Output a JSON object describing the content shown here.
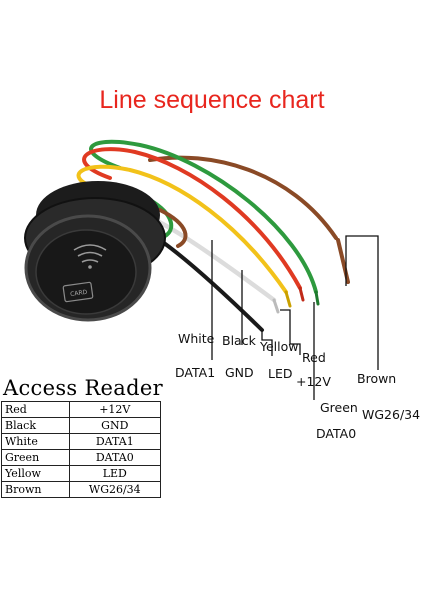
{
  "title": "Line sequence chart",
  "wire_labels": [
    {
      "color": "White",
      "signal": "DATA1"
    },
    {
      "color": "Black",
      "signal": "GND"
    },
    {
      "color": "Yellow",
      "signal": "LED"
    },
    {
      "color": "Red",
      "signal": "+12V"
    },
    {
      "color": "Green",
      "signal": "DATA0"
    },
    {
      "color": "Brown",
      "signal": "WG26/34"
    }
  ],
  "device_label": "CARD",
  "table": {
    "heading": "Access Reader",
    "rows": [
      {
        "color": "Red",
        "signal": "+12V"
      },
      {
        "color": "Black",
        "signal": "GND"
      },
      {
        "color": "White",
        "signal": "DATA1"
      },
      {
        "color": "Green",
        "signal": "DATA0"
      },
      {
        "color": "Yellow",
        "signal": "LED"
      },
      {
        "color": "Brown",
        "signal": "WG26/34"
      }
    ]
  },
  "colors": {
    "title": "#e8261e",
    "white_wire": "#f2f2f2",
    "black_wire": "#1a1a1a",
    "yellow_wire": "#f2c21a",
    "red_wire": "#e03a22",
    "green_wire": "#2e9a3e",
    "brown_wire": "#8a4a26"
  }
}
